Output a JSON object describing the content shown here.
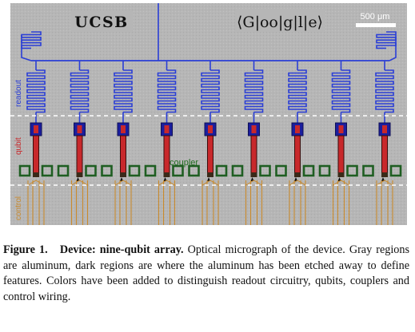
{
  "figure": {
    "logo_left": "UCSB",
    "logo_right": "⟨G|oo|g|l|e⟩",
    "scale_bar_label": "500 μm",
    "label_readout": "readout",
    "label_qubit": "qubit",
    "label_coupler": "coupler",
    "label_control": "control",
    "qubit_count": 9,
    "colors": {
      "background": "#b3b3b3",
      "readout": "#2b3fd6",
      "qubit": "#c8282b",
      "qubit_pad": "#1b1e9e",
      "coupler": "#1f5e22",
      "control": "#c98a2e",
      "divider": "#ffffff"
    }
  },
  "caption": {
    "label": "Figure 1.",
    "title": "Device: nine-qubit array.",
    "text": "Optical micrograph of the device. Gray regions are aluminum, dark regions are where the aluminum has been etched away to define features. Colors have been added to distinguish readout circuitry, qubits, couplers and control wiring."
  }
}
